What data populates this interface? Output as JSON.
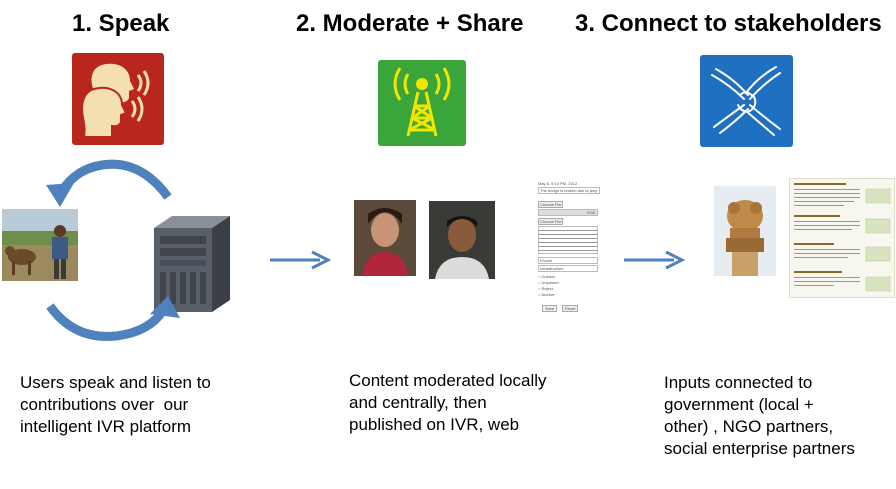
{
  "steps": [
    {
      "title": "1. Speak",
      "caption_lines": [
        "Users speak and listen to",
        "contributions over  our",
        "intelligent IVR platform"
      ]
    },
    {
      "title": "2. Moderate + Share",
      "caption_lines": [
        "Content moderated locally",
        "and centrally, then",
        "published on IVR, web"
      ]
    },
    {
      "title": "3. Connect to stakeholders",
      "caption_lines": [
        "Inputs connected to",
        "government (local +",
        "other) , NGO partners,",
        "social enterprise partners"
      ]
    }
  ],
  "icons": {
    "speak": "speaking-heads-icon",
    "share": "broadcast-tower-icon",
    "connect": "joined-hands-icon"
  },
  "colors": {
    "speak_tile": "#b8261c",
    "speak_heads": "#f3dfb0",
    "share_tile": "#3aa53a",
    "share_tower": "#f2e600",
    "connect_tile": "#1f70c1",
    "arrow": "#4f81bd"
  },
  "mini_form": {
    "date": "May 8, 5:10 PM, 2012",
    "title_value": "The bridge is broken due to jeep",
    "choose_file": "Choose File",
    "player_time": "0:00",
    "name_value": "Khushi",
    "category_value": "Infrastructure",
    "radio_options": [
      "Custom",
      "Unposted",
      "Reject",
      "Archive"
    ],
    "save_label": "Save",
    "reset_label": "Reset"
  }
}
